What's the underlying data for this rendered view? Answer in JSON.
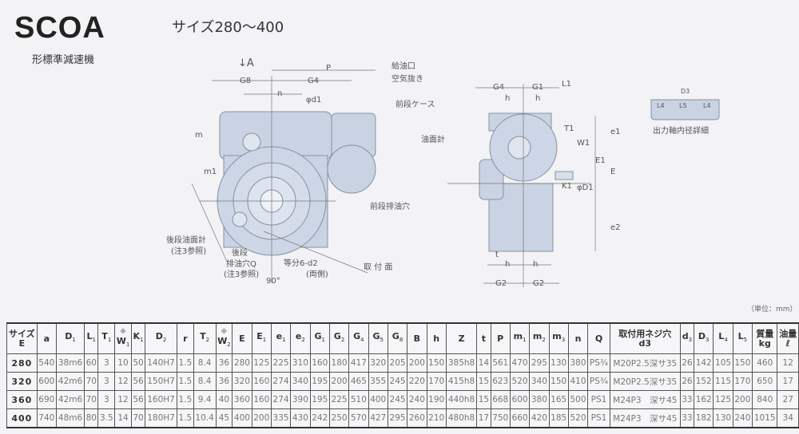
{
  "header": {
    "title": "SCOA",
    "subtitle": "形標準減速機",
    "size_range": "サイズ280～400"
  },
  "drawing_labels": {
    "view_arrow": "↓A",
    "P": "P",
    "G8": "G8",
    "G4": "G4",
    "n": "n",
    "phi_d1": "φd1",
    "oil_inlet": "給油口",
    "air_vent": "空気抜き",
    "front_case": "前段ケース",
    "m": "m",
    "m1": "m1",
    "front_drain": "前段排油穴",
    "rear_oil_gauge": "後段油面計",
    "note3_a": "(注3参照)",
    "rear": "後段",
    "rear_drain": "排油穴Q",
    "note3_b": "(注3参照)",
    "equal_div": "等分6-d2",
    "both_sides": "(両側)",
    "angle": "90°",
    "mount_face": "取 付 面",
    "oil_gauge": "油面計",
    "r_G4": "G4",
    "r_G1": "G1",
    "r_L1": "L1",
    "r_h1": "h",
    "r_h2": "h",
    "r_T1": "T1",
    "r_W1": "W1",
    "r_E1": "E1",
    "r_E": "E",
    "r_e1": "e1",
    "r_e2": "e2",
    "r_K1": "K1",
    "r_D1": "φD1",
    "r_t": "t",
    "r_h3": "h",
    "r_h4": "h",
    "r_G2a": "G2",
    "r_G2b": "G2",
    "detail_title": "出力軸内径詳細",
    "detail_D3": "D3",
    "detail_L4": "L4",
    "detail_L5": "L5",
    "detail_L4b": "L4"
  },
  "unit": "（単位：mm）",
  "table": {
    "columns": [
      {
        "t": "サイズ",
        "s": "",
        "t2": "E"
      },
      {
        "t": "a"
      },
      {
        "t": "D",
        "s": "1"
      },
      {
        "t": "L",
        "s": "1"
      },
      {
        "t": "T",
        "s": "1"
      },
      {
        "t": "W",
        "s": "1",
        "note": "※"
      },
      {
        "t": "K",
        "s": "1"
      },
      {
        "t": "D",
        "s": "2"
      },
      {
        "t": "r"
      },
      {
        "t": "T",
        "s": "2"
      },
      {
        "t": "W",
        "s": "2",
        "note": "※"
      },
      {
        "t": "E"
      },
      {
        "t": "E",
        "s": "1"
      },
      {
        "t": "e",
        "s": "1"
      },
      {
        "t": "e",
        "s": "2"
      },
      {
        "t": "G",
        "s": "1"
      },
      {
        "t": "G",
        "s": "2"
      },
      {
        "t": "G",
        "s": "4"
      },
      {
        "t": "G",
        "s": "5"
      },
      {
        "t": "G",
        "s": "8"
      },
      {
        "t": "B"
      },
      {
        "t": "h"
      },
      {
        "t": "Z"
      },
      {
        "t": "t"
      },
      {
        "t": "P"
      },
      {
        "t": "m",
        "s": "1"
      },
      {
        "t": "m",
        "s": "2"
      },
      {
        "t": "m",
        "s": "3"
      },
      {
        "t": "n"
      },
      {
        "t": "Q"
      },
      {
        "t": "取付用ネジ穴",
        "t2": "d3"
      },
      {
        "t": "d",
        "s": "3"
      },
      {
        "t": "D",
        "s": "3"
      },
      {
        "t": "L",
        "s": "4"
      },
      {
        "t": "L",
        "s": "5"
      },
      {
        "t": "質量",
        "t2": "kg"
      },
      {
        "t": "油量",
        "t2": "ℓ"
      }
    ],
    "rows": [
      [
        "280",
        "540",
        "38m6",
        "60",
        "3",
        "10",
        "50",
        "140H7",
        "1.5",
        "8.4",
        "36",
        "280",
        "125",
        "225",
        "310",
        "160",
        "180",
        "417",
        "320",
        "205",
        "200",
        "150",
        "385h8",
        "14",
        "561",
        "470",
        "295",
        "130",
        "380",
        "PS¾",
        "M20P2.5深サ35",
        "26",
        "142",
        "105",
        "150",
        "460",
        "12"
      ],
      [
        "320",
        "600",
        "42m6",
        "70",
        "3",
        "12",
        "56",
        "150H7",
        "1.5",
        "8.4",
        "36",
        "320",
        "160",
        "274",
        "340",
        "195",
        "200",
        "465",
        "355",
        "245",
        "220",
        "170",
        "415h8",
        "15",
        "623",
        "520",
        "340",
        "150",
        "410",
        "PS¾",
        "M20P2.5深サ35",
        "26",
        "152",
        "115",
        "170",
        "650",
        "17"
      ],
      [
        "360",
        "690",
        "42m6",
        "70",
        "3",
        "12",
        "56",
        "160H7",
        "1.5",
        "9.4",
        "40",
        "360",
        "160",
        "274",
        "390",
        "195",
        "225",
        "510",
        "400",
        "245",
        "240",
        "190",
        "440h8",
        "15",
        "668",
        "600",
        "380",
        "165",
        "500",
        "PS1",
        "M24P3　深サ45",
        "33",
        "162",
        "125",
        "200",
        "840",
        "27"
      ],
      [
        "400",
        "740",
        "48m6",
        "80",
        "3.5",
        "14",
        "70",
        "180H7",
        "1.5",
        "10.4",
        "45",
        "400",
        "200",
        "335",
        "430",
        "242",
        "250",
        "570",
        "427",
        "295",
        "260",
        "210",
        "480h8",
        "17",
        "750",
        "660",
        "420",
        "185",
        "520",
        "PS1",
        "M24P3　深サ45",
        "33",
        "182",
        "130",
        "240",
        "1015",
        "34"
      ]
    ]
  }
}
